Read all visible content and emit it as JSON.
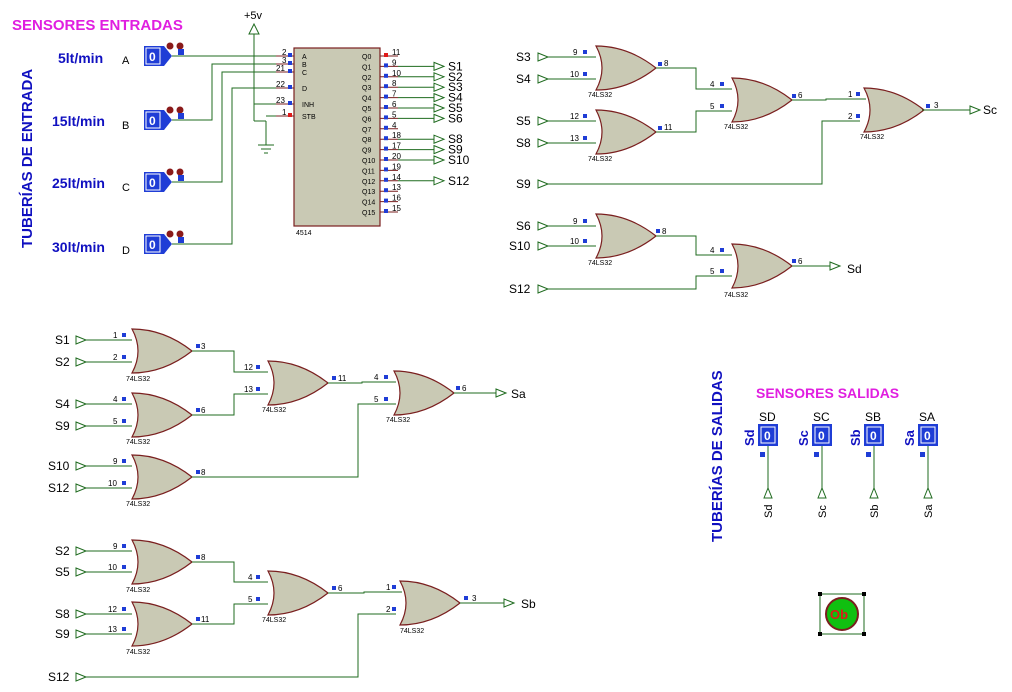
{
  "titles": {
    "inputs_header": "SENSORES ENTRADAS",
    "outputs_header": "SENSORES SALIDAS",
    "inputs_vertical": "TUBERÍAS DE ENTRADA",
    "outputs_vertical": "TUBERÍAS DE SALIDAS"
  },
  "supply_label": "+5v",
  "inputs": [
    {
      "rate": "5lt/min",
      "letter": "A",
      "value": "0"
    },
    {
      "rate": "15lt/min",
      "letter": "B",
      "value": "0"
    },
    {
      "rate": "25lt/min",
      "letter": "C",
      "value": "0"
    },
    {
      "rate": "30lt/min",
      "letter": "D",
      "value": "0"
    }
  ],
  "decoder": {
    "part": "4514",
    "in_pins": [
      "A",
      "B",
      "C",
      "D",
      "INH",
      "STB"
    ],
    "in_pin_numbers": [
      "2",
      "3",
      "21",
      "22",
      "23",
      "1"
    ],
    "out_pins": [
      "Q0",
      "Q1",
      "Q2",
      "Q3",
      "Q4",
      "Q5",
      "Q6",
      "Q7",
      "Q8",
      "Q9",
      "Q10",
      "Q11",
      "Q12",
      "Q13",
      "Q14",
      "Q15"
    ],
    "out_pin_numbers": [
      "11",
      "9",
      "10",
      "8",
      "7",
      "6",
      "5",
      "4",
      "18",
      "17",
      "20",
      "19",
      "14",
      "13",
      "16",
      "15"
    ],
    "out_labels": [
      "",
      "S1",
      "S2",
      "S3",
      "S4",
      "S5",
      "S6",
      "",
      "S8",
      "S9",
      "S10",
      "",
      "S12",
      "",
      "",
      ""
    ]
  },
  "gate_part": "74LS32",
  "circuits": {
    "sc": {
      "inputs": [
        "S3",
        "S4",
        "S5",
        "S8",
        "S9"
      ],
      "pins": [
        "9",
        "10",
        "8",
        "12",
        "13",
        "11",
        "4",
        "5",
        "6",
        "1",
        "2",
        "3"
      ],
      "output": "Sc"
    },
    "sd": {
      "inputs": [
        "S6",
        "S10",
        "S12"
      ],
      "pins": [
        "9",
        "10",
        "8",
        "4",
        "5",
        "6"
      ],
      "output": "Sd"
    },
    "sa": {
      "inputs": [
        "S1",
        "S2",
        "S4",
        "S9",
        "S10",
        "S12"
      ],
      "pins": [
        "1",
        "2",
        "3",
        "4",
        "5",
        "6",
        "9",
        "10",
        "8",
        "12",
        "13",
        "11",
        "4",
        "5",
        "6"
      ],
      "output": "Sa"
    },
    "sb": {
      "inputs": [
        "S2",
        "S5",
        "S8",
        "S9",
        "S12"
      ],
      "pins": [
        "9",
        "10",
        "8",
        "12",
        "13",
        "11",
        "4",
        "5",
        "6",
        "1",
        "2",
        "3"
      ],
      "output": "Sb"
    }
  },
  "outputs": [
    {
      "name": "SD",
      "side": "Sd",
      "value": "0",
      "probe": "Sd"
    },
    {
      "name": "SC",
      "side": "Sc",
      "value": "0",
      "probe": "Sc"
    },
    {
      "name": "SB",
      "side": "Sb",
      "value": "0",
      "probe": "Sb"
    },
    {
      "name": "SA",
      "side": "Sa",
      "value": "0",
      "probe": "Sa"
    }
  ],
  "indicator": {
    "label": "Ob",
    "color": "#10c010"
  }
}
